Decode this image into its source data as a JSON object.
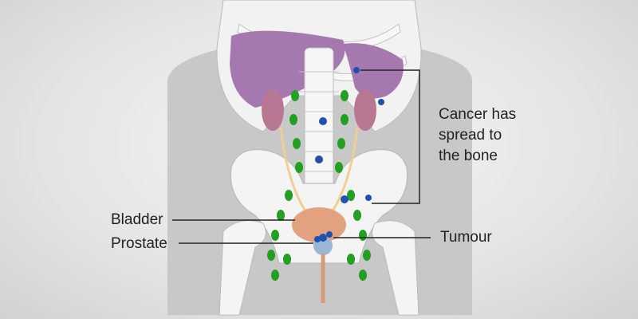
{
  "labels": {
    "bladder": "Bladder",
    "prostate": "Prostate",
    "tumour": "Tumour",
    "spread": [
      "Cancer has",
      "spread to",
      "the bone"
    ]
  },
  "colors": {
    "background": "#e4e4e4",
    "body_silhouette": "#c8c8c8",
    "bone": "#f4f4f4",
    "organ_purple": "#a678b0",
    "kidney": "#b87893",
    "ureter": "#f0cf92",
    "bladder": "#e2a17f",
    "prostate": "#9ab8d6",
    "lymph_node": "#22a022",
    "cancer_spread": "#2050b0",
    "callout_line": "#222222"
  }
}
